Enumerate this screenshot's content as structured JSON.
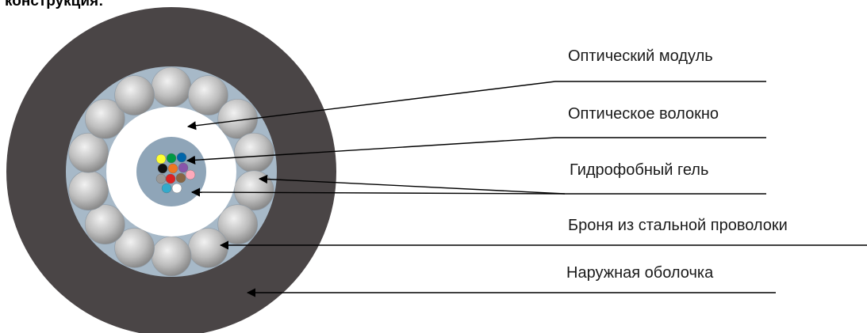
{
  "title": "конструкция:",
  "labels": [
    {
      "id": "optical-module",
      "text": "Оптический модуль"
    },
    {
      "id": "optical-fiber",
      "text": "Оптическое волокно"
    },
    {
      "id": "hydrophobic-gel",
      "text": "Гидрофобный гель"
    },
    {
      "id": "steel-wire-armor",
      "text": "Броня из стальной проволоки"
    },
    {
      "id": "outer-sheath",
      "text": "Наружная оболочка"
    }
  ],
  "colors": {
    "outer_sheath": "#4a4546",
    "armor_bed": "#a7b9c8",
    "steel_wire": "#b9b9b9",
    "optical_module": "#ffffff",
    "fiber_core": "#8fa5b8",
    "line": "#000000"
  },
  "fiber_colors": [
    "#ffff33",
    "#009944",
    "#0066aa",
    "#111111",
    "#ee7722",
    "#8855aa",
    "#999999",
    "#dd2222",
    "#886644",
    "#ffaabb",
    "#33aacc",
    "#ffffff"
  ]
}
